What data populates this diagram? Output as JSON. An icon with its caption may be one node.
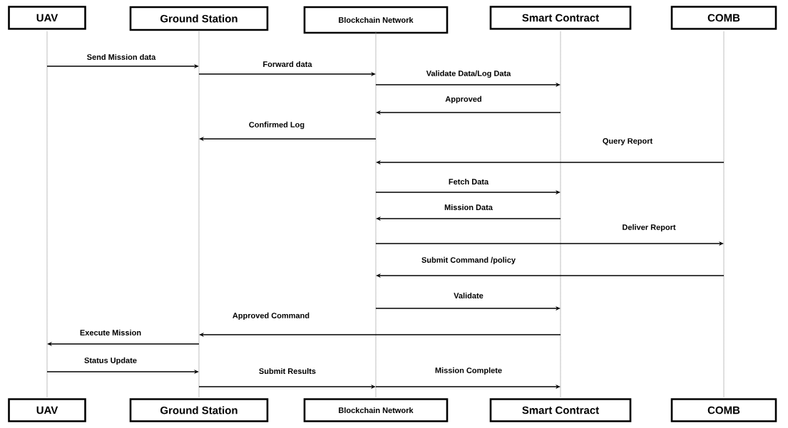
{
  "diagram": {
    "nodes": [
      {
        "text": [
          "UAV"
        ]
      },
      {
        "text": [
          "Ground Station"
        ]
      },
      {
        "text": [
          "Blockchain Network"
        ]
      },
      {
        "text": [
          "Smart Contract"
        ]
      },
      {
        "text": [
          "COMB"
        ]
      },
      {
        "text": [],
        "shape": "line"
      },
      {
        "text": [],
        "shape": "line"
      },
      {
        "text": [],
        "shape": "line"
      },
      {
        "text": [],
        "shape": "line"
      },
      {
        "text": [],
        "shape": "line"
      },
      {
        "text": [
          "UAV"
        ]
      },
      {
        "text": [
          "Ground Station"
        ]
      },
      {
        "text": [
          "Blockchain Network"
        ]
      },
      {
        "text": [
          "Smart Contract"
        ]
      },
      {
        "text": [
          "COMB"
        ]
      }
    ],
    "edges": [
      {
        "from": 5,
        "to": 6,
        "arrow": "to",
        "label": "Send Mission data"
      },
      {
        "from": 6,
        "to": 7,
        "arrow": "to",
        "label": "Forward data"
      },
      {
        "from": 7,
        "to": 8,
        "arrow": "to",
        "label": "Validate Data/Log Data"
      },
      {
        "from": 8,
        "to": 7,
        "arrow": "to",
        "label": "Approved"
      },
      {
        "from": 7,
        "to": 6,
        "arrow": "to",
        "label": "Confirmed Log"
      },
      {
        "from": 9,
        "to": 7,
        "arrow": "to",
        "label": "Query Report"
      },
      {
        "from": 7,
        "to": 8,
        "arrow": "to",
        "label": "Fetch Data"
      },
      {
        "from": 8,
        "to": 7,
        "arrow": "to",
        "label": "Mission Data"
      },
      {
        "from": 7,
        "to": 9,
        "arrow": "to",
        "label": "Deliver Report"
      },
      {
        "from": 9,
        "to": 7,
        "arrow": "to",
        "label": "Submit Command /policy"
      },
      {
        "from": 7,
        "to": 8,
        "arrow": "to",
        "label": "Validate"
      },
      {
        "from": 8,
        "to": 6,
        "arrow": "to",
        "label": "Approved Command"
      },
      {
        "from": 6,
        "to": 5,
        "arrow": "to",
        "label": "Execute Mission"
      },
      {
        "from": 5,
        "to": 6,
        "arrow": "to",
        "label": "Status Update"
      },
      {
        "from": 6,
        "to": 7,
        "arrow": "to",
        "label": "Submit Results"
      },
      {
        "from": 7,
        "to": 8,
        "arrow": "to",
        "label": "Mission Complete"
      }
    ]
  }
}
